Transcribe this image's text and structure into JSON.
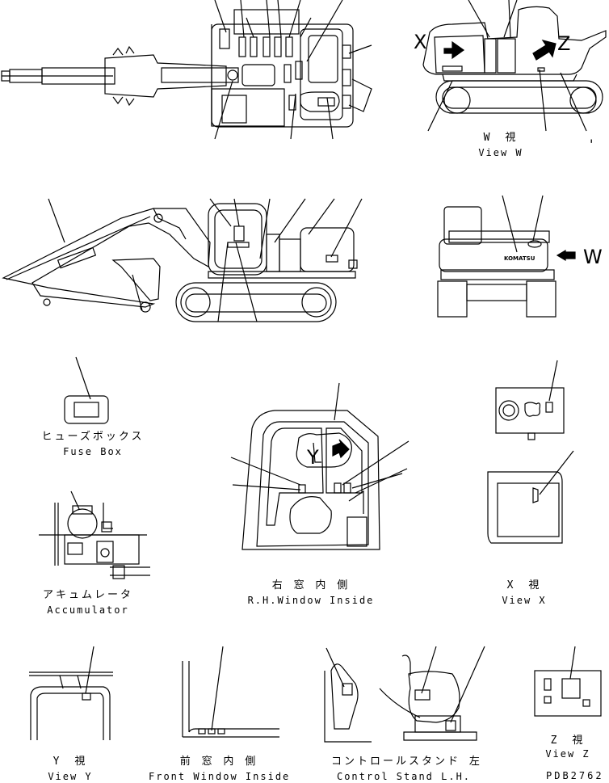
{
  "views": {
    "view_w": {
      "jp": "W　視",
      "en": "View W"
    },
    "fuse_box": {
      "jp": "ヒューズボックス",
      "en": "Fuse Box"
    },
    "accumulator": {
      "jp": "アキュムレータ",
      "en": "Accumulator"
    },
    "rh_window": {
      "jp": "右 窓 内 側",
      "en": "R.H.Window Inside"
    },
    "view_x": {
      "jp": "X　視",
      "en": "View X"
    },
    "view_y": {
      "jp": "Y　視",
      "en": "View Y"
    },
    "front_window": {
      "jp": "前 窓 内 側",
      "en": "Front Window Inside"
    },
    "control_stand": {
      "jp": "コントロールスタンド 左",
      "en": "Control Stand L.H."
    },
    "view_z": {
      "jp": "Z　視",
      "en": "View Z"
    }
  },
  "markers": {
    "x": "X",
    "z": "Z",
    "w": "W",
    "y": "Y",
    "tick": "'"
  },
  "brand": "KOMATSU",
  "drawing_code": "PDB2762",
  "colors": {
    "line": "#000000",
    "background": "#ffffff"
  }
}
